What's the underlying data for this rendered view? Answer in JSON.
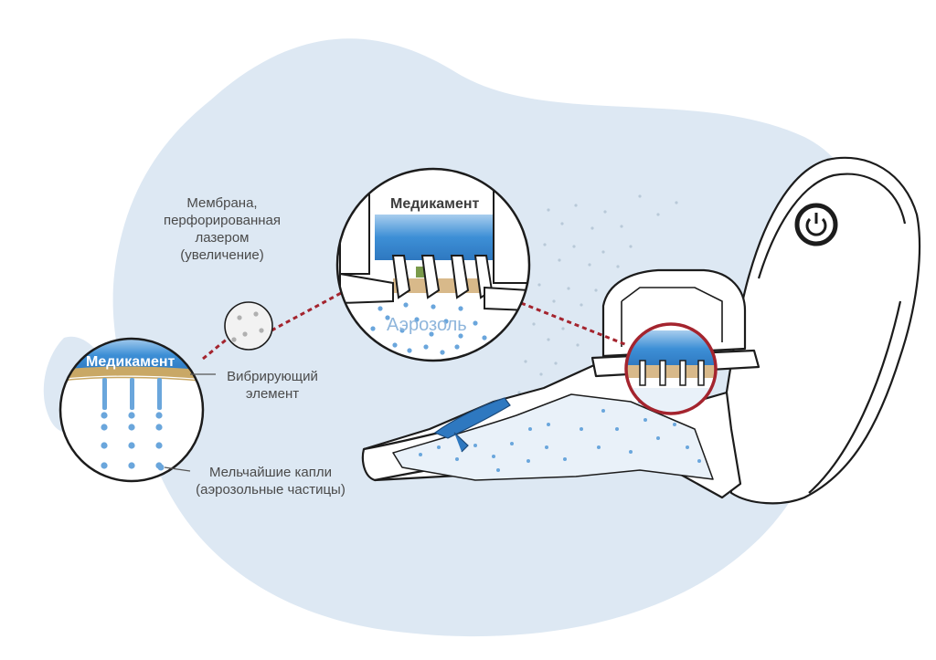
{
  "diagram": {
    "labels": {
      "membrane": [
        "Мембрана,",
        "перфорированная",
        "лазером",
        "(увеличение)"
      ],
      "vibrating": [
        "Вибрирующий",
        "элемент"
      ],
      "droplets": [
        "Мельчайшие капли",
        "(аэрозольные частицы)"
      ],
      "medicament_left": "Медикамент",
      "medicament_top": "Медикамент",
      "aerosol": "Аэрозоль"
    },
    "colors": {
      "blob": "#dde8f3",
      "medicament_blue": "#3d8fd6",
      "aerosol_dot": "#6aa6dc",
      "vibrating_gold": "#c9a866",
      "connector_red": "#a4242e",
      "outline": "#1c1c1c"
    }
  }
}
